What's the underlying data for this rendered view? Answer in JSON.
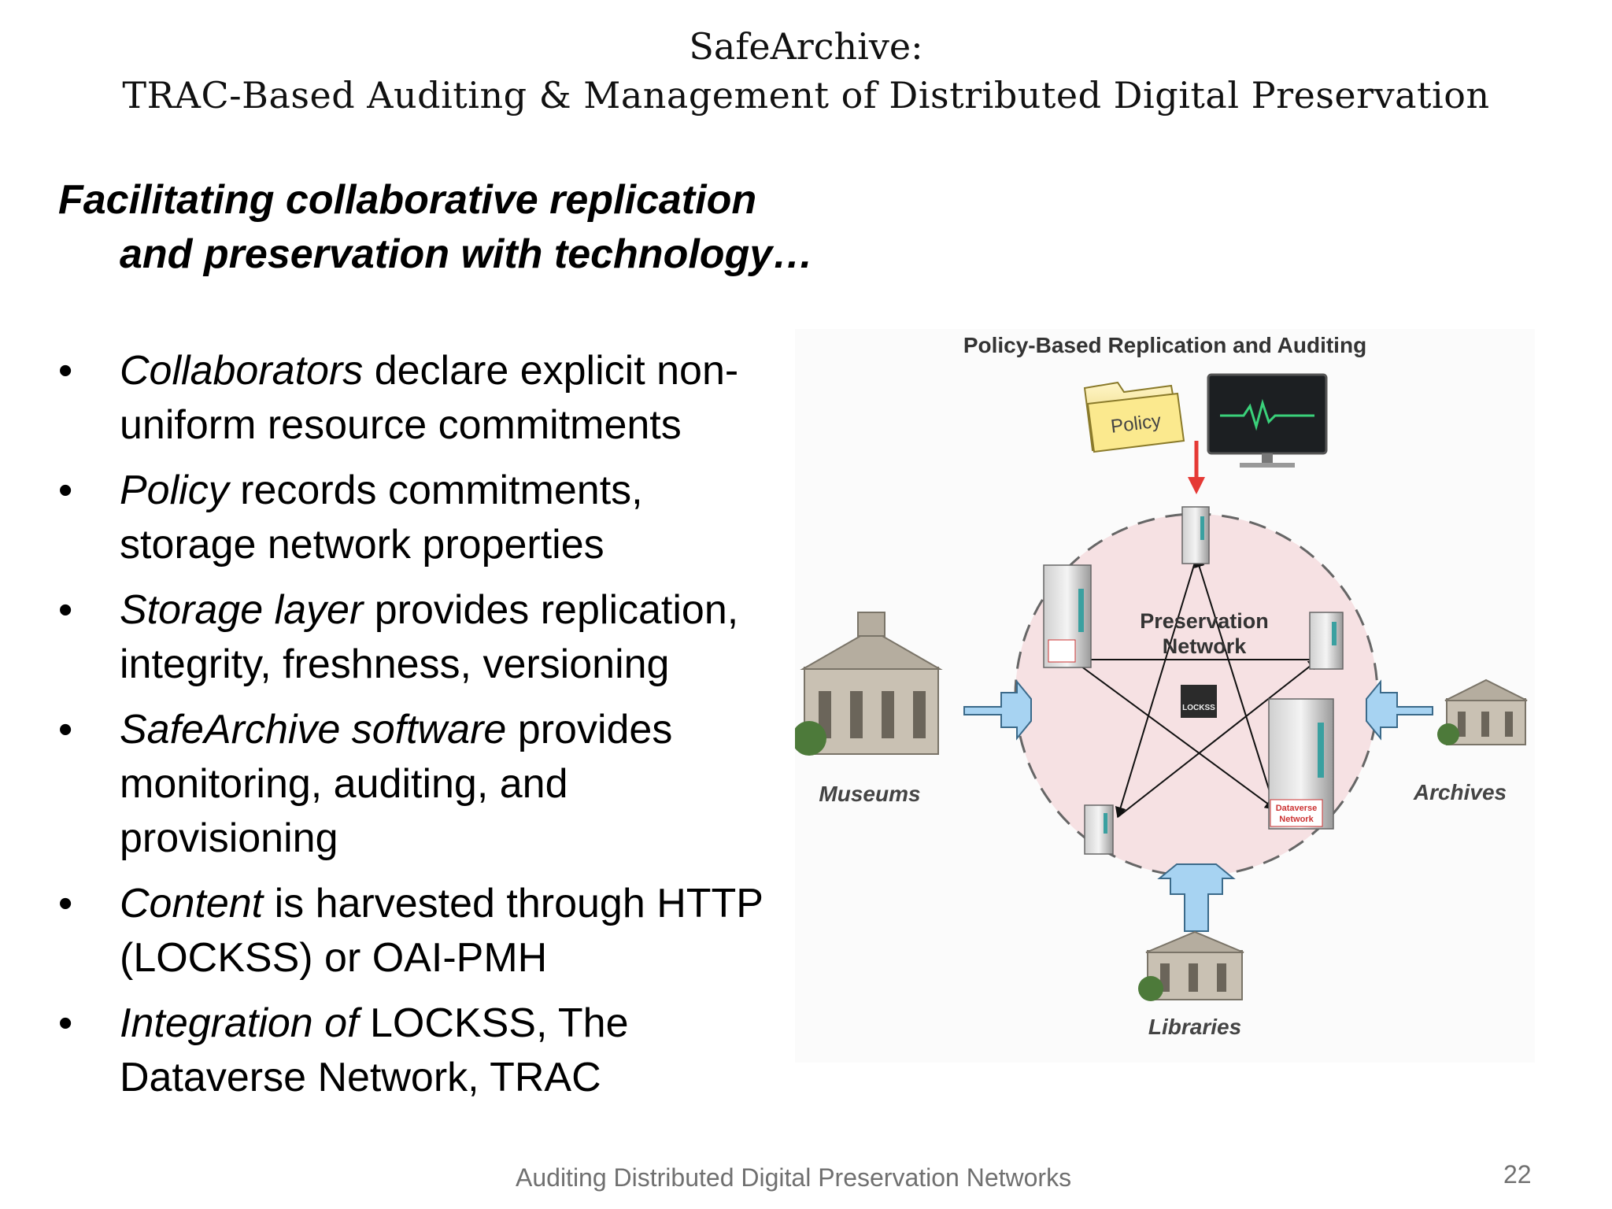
{
  "title": {
    "line1": "SafeArchive:",
    "line2": "TRAC-Based Auditing & Management of Distributed Digital Preservation"
  },
  "intro": "Facilitating collaborative replication and preservation with technology…",
  "bullets": [
    {
      "em": "Collaborators",
      "rest": " declare explicit non-uniform resource commitments"
    },
    {
      "em": "Policy",
      "rest": " records commitments, storage network properties"
    },
    {
      "em": "Storage layer",
      "rest": " provides replication, integrity, freshness, versioning"
    },
    {
      "em": "SafeArchive software",
      "rest": " provides monitoring, auditing, and provisioning"
    },
    {
      "em": "Content",
      "rest": " is harvested through HTTP (LOCKSS) or OAI-PMH"
    },
    {
      "em": "Integration of",
      "rest": " LOCKSS, The Dataverse Network, TRAC"
    }
  ],
  "diagram": {
    "title": "Policy-Based Replication and Auditing",
    "policy_label": "Policy",
    "center_label_1": "Preservation",
    "center_label_2": "Network",
    "center_logo": "LOCKSS",
    "dataverse_label_1": "Dataverse",
    "dataverse_label_2": "Network",
    "museums": "Museums",
    "archives": "Archives",
    "libraries": "Libraries",
    "icons": [
      "folder-icon",
      "monitor-icon",
      "server-icon",
      "building-icon",
      "arrow-icon"
    ],
    "colors": {
      "circle_fill": "#f6e1e3",
      "arrow_red": "#e53935",
      "arrow_blue": "#a7d3f2",
      "monitor_green": "#3ad17a"
    }
  },
  "footer": "Auditing Distributed Digital Preservation Networks",
  "page_number": "22"
}
